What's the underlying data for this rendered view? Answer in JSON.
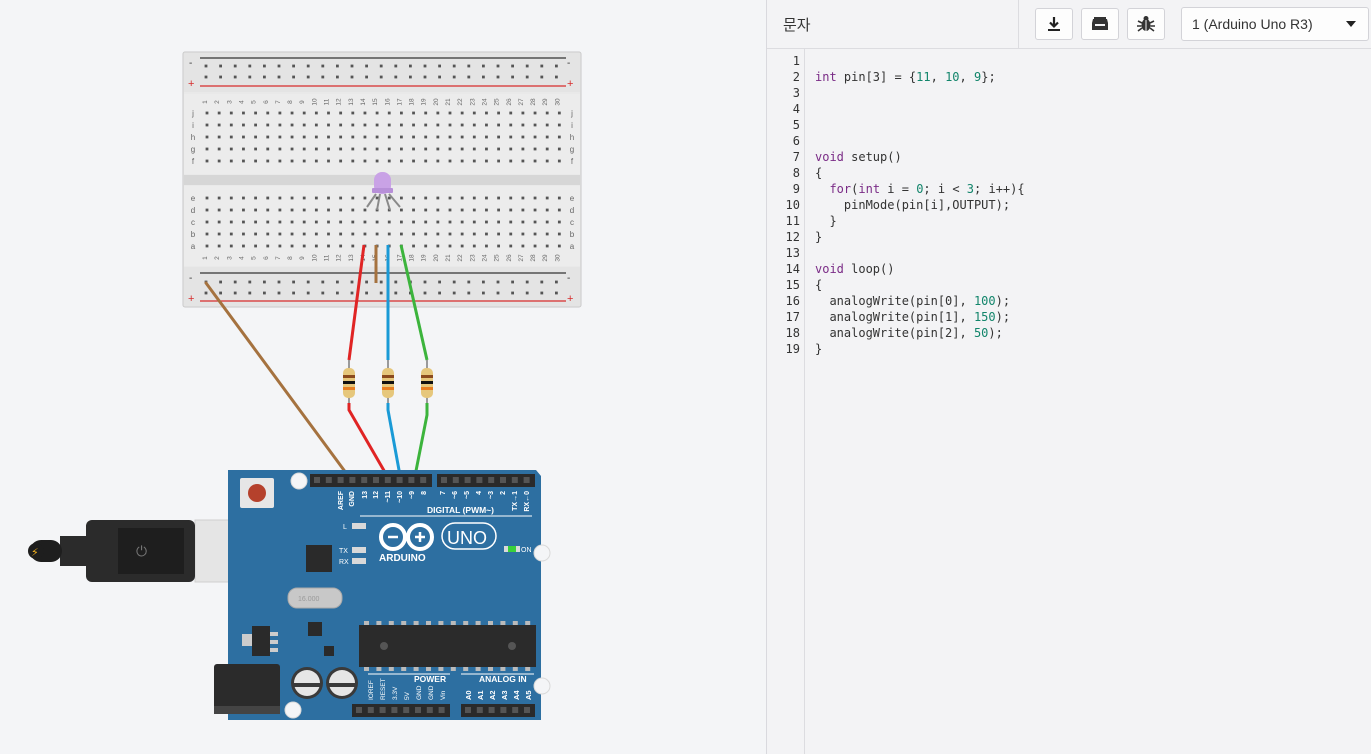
{
  "code_panel": {
    "mode_label": "문자",
    "toolbar": {
      "download_icon": "download-icon",
      "library_icon": "library-icon",
      "debug_icon": "bug-icon"
    },
    "device_select": {
      "value": "1 (Arduino Uno R3)"
    },
    "lines": [
      {
        "n": "1",
        "tokens": []
      },
      {
        "n": "2",
        "tokens": [
          {
            "t": "int",
            "c": "kw"
          },
          {
            "t": " pin[3] = {"
          },
          {
            "t": "11",
            "c": "num"
          },
          {
            "t": ", "
          },
          {
            "t": "10",
            "c": "num"
          },
          {
            "t": ", "
          },
          {
            "t": "9",
            "c": "num"
          },
          {
            "t": "};"
          }
        ]
      },
      {
        "n": "3",
        "tokens": []
      },
      {
        "n": "4",
        "tokens": []
      },
      {
        "n": "5",
        "tokens": []
      },
      {
        "n": "6",
        "tokens": []
      },
      {
        "n": "7",
        "tokens": [
          {
            "t": "void",
            "c": "kw"
          },
          {
            "t": " setup()"
          }
        ]
      },
      {
        "n": "8",
        "tokens": [
          {
            "t": "{"
          }
        ]
      },
      {
        "n": "9",
        "tokens": [
          {
            "t": "  "
          },
          {
            "t": "for",
            "c": "kw"
          },
          {
            "t": "("
          },
          {
            "t": "int",
            "c": "kw"
          },
          {
            "t": " i = "
          },
          {
            "t": "0",
            "c": "num"
          },
          {
            "t": "; i < "
          },
          {
            "t": "3",
            "c": "num"
          },
          {
            "t": "; i++){"
          }
        ]
      },
      {
        "n": "10",
        "tokens": [
          {
            "t": "    pinMode(pin[i],OUTPUT);"
          }
        ]
      },
      {
        "n": "11",
        "tokens": [
          {
            "t": "  }"
          }
        ]
      },
      {
        "n": "12",
        "tokens": [
          {
            "t": "}"
          }
        ]
      },
      {
        "n": "13",
        "tokens": []
      },
      {
        "n": "14",
        "tokens": [
          {
            "t": "void",
            "c": "kw"
          },
          {
            "t": " loop()"
          }
        ]
      },
      {
        "n": "15",
        "tokens": [
          {
            "t": "{"
          }
        ]
      },
      {
        "n": "16",
        "tokens": [
          {
            "t": "  analogWrite(pin[0], "
          },
          {
            "t": "100",
            "c": "num"
          },
          {
            "t": ");"
          }
        ]
      },
      {
        "n": "17",
        "tokens": [
          {
            "t": "  analogWrite(pin[1], "
          },
          {
            "t": "150",
            "c": "num"
          },
          {
            "t": ");"
          }
        ]
      },
      {
        "n": "18",
        "tokens": [
          {
            "t": "  analogWrite(pin[2], "
          },
          {
            "t": "50",
            "c": "num"
          },
          {
            "t": ");"
          }
        ]
      },
      {
        "n": "19",
        "tokens": [
          {
            "t": "}"
          }
        ]
      }
    ]
  },
  "breadboard": {
    "rail_minus": "-",
    "rail_plus": "+",
    "row_letters_top": [
      "j",
      "i",
      "h",
      "g",
      "f"
    ],
    "row_letters_bottom": [
      "e",
      "d",
      "c",
      "b",
      "a"
    ],
    "columns": [
      "1",
      "2",
      "3",
      "4",
      "5",
      "6",
      "7",
      "8",
      "9",
      "10",
      "11",
      "12",
      "13",
      "14",
      "15",
      "16",
      "17",
      "18",
      "19",
      "20",
      "21",
      "22",
      "23",
      "24",
      "25",
      "26",
      "27",
      "28",
      "29",
      "30"
    ]
  },
  "arduino": {
    "brand": "ARDUINO",
    "model": "UNO",
    "digital_label": "DIGITAL (PWM~)",
    "power_label": "POWER",
    "analog_label": "ANALOG IN",
    "led_labels": {
      "l": "L",
      "tx": "TX",
      "rx": "RX",
      "on": "ON"
    },
    "crystal_label": "16.000",
    "digital_pins": [
      "AREF",
      "GND",
      "13",
      "12",
      "~11",
      "~10",
      "~9",
      "8",
      "7",
      "~6",
      "~5",
      "4",
      "~3",
      "2",
      "TX→1",
      "RX←0"
    ],
    "power_pins": [
      "IOREF",
      "RESET",
      "3.3V",
      "5V",
      "GND",
      "GND",
      "Vin"
    ],
    "analog_pins": [
      "A0",
      "A1",
      "A2",
      "A3",
      "A4",
      "A5"
    ]
  },
  "colors": {
    "board_blue": "#2d6fa1",
    "wire_red": "#e02424",
    "wire_blue": "#1a9ad6",
    "wire_green": "#3cb43c",
    "wire_brown": "#a5723f",
    "led_purple": "#c9a2e6",
    "keyword": "#7a2b86",
    "number": "#12856b"
  }
}
